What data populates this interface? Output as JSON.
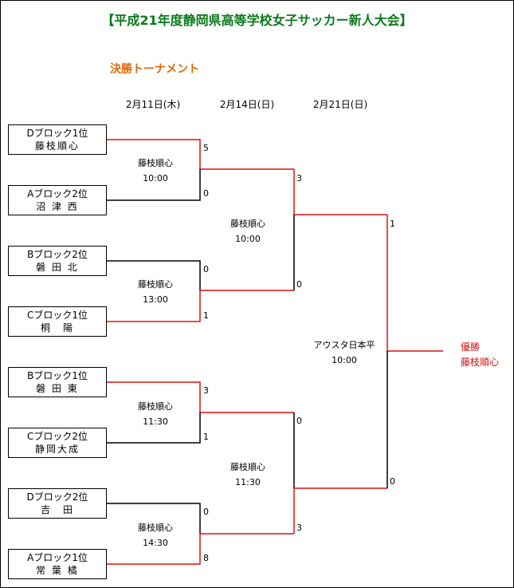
{
  "title": "【平成21年度静岡県高等学校女子サッカー新人大会】",
  "subtitle": "決勝トーナメント",
  "dates": [
    "2月11日(木)",
    "2月14日(日)",
    "2月21日(日)"
  ],
  "teams": [
    {
      "block": "Dブロック1位",
      "name": "藤枝順心"
    },
    {
      "block": "Aブロック2位",
      "name": "沼 津 西"
    },
    {
      "block": "Bブロック2位",
      "name": "磐 田 北"
    },
    {
      "block": "Cブロック1位",
      "name": "桐　陽"
    },
    {
      "block": "Bブロック1位",
      "name": "磐 田 東"
    },
    {
      "block": "Cブロック2位",
      "name": "静岡大成"
    },
    {
      "block": "Dブロック2位",
      "name": "吉　田"
    },
    {
      "block": "Aブロック1位",
      "name": "常 葉 橘"
    }
  ],
  "round1": [
    {
      "venue": "藤枝順心",
      "time": "10:00",
      "score_top": "5",
      "score_bottom": "0"
    },
    {
      "venue": "藤枝順心",
      "time": "13:00",
      "score_top": "0",
      "score_bottom": "1"
    },
    {
      "venue": "藤枝順心",
      "time": "11:30",
      "score_top": "3",
      "score_bottom": "1"
    },
    {
      "venue": "藤枝順心",
      "time": "14:30",
      "score_top": "0",
      "score_bottom": "8"
    }
  ],
  "round2": [
    {
      "venue": "藤枝順心",
      "time": "10:00",
      "score_top": "3",
      "score_bottom": "0"
    },
    {
      "venue": "藤枝順心",
      "time": "11:30",
      "score_top": "0",
      "score_bottom": "3"
    }
  ],
  "final": {
    "venue": "アウスタ日本平",
    "time": "10:00",
    "score_top": "1",
    "score_bottom": "0"
  },
  "champion": {
    "label": "優勝",
    "name": "藤枝順心"
  },
  "colors": {
    "title": "#0a7a1a",
    "subtitle": "#e06a0a",
    "winner_line": "#dd1111",
    "loser_line": "#000000",
    "champion": "#cc1111"
  }
}
